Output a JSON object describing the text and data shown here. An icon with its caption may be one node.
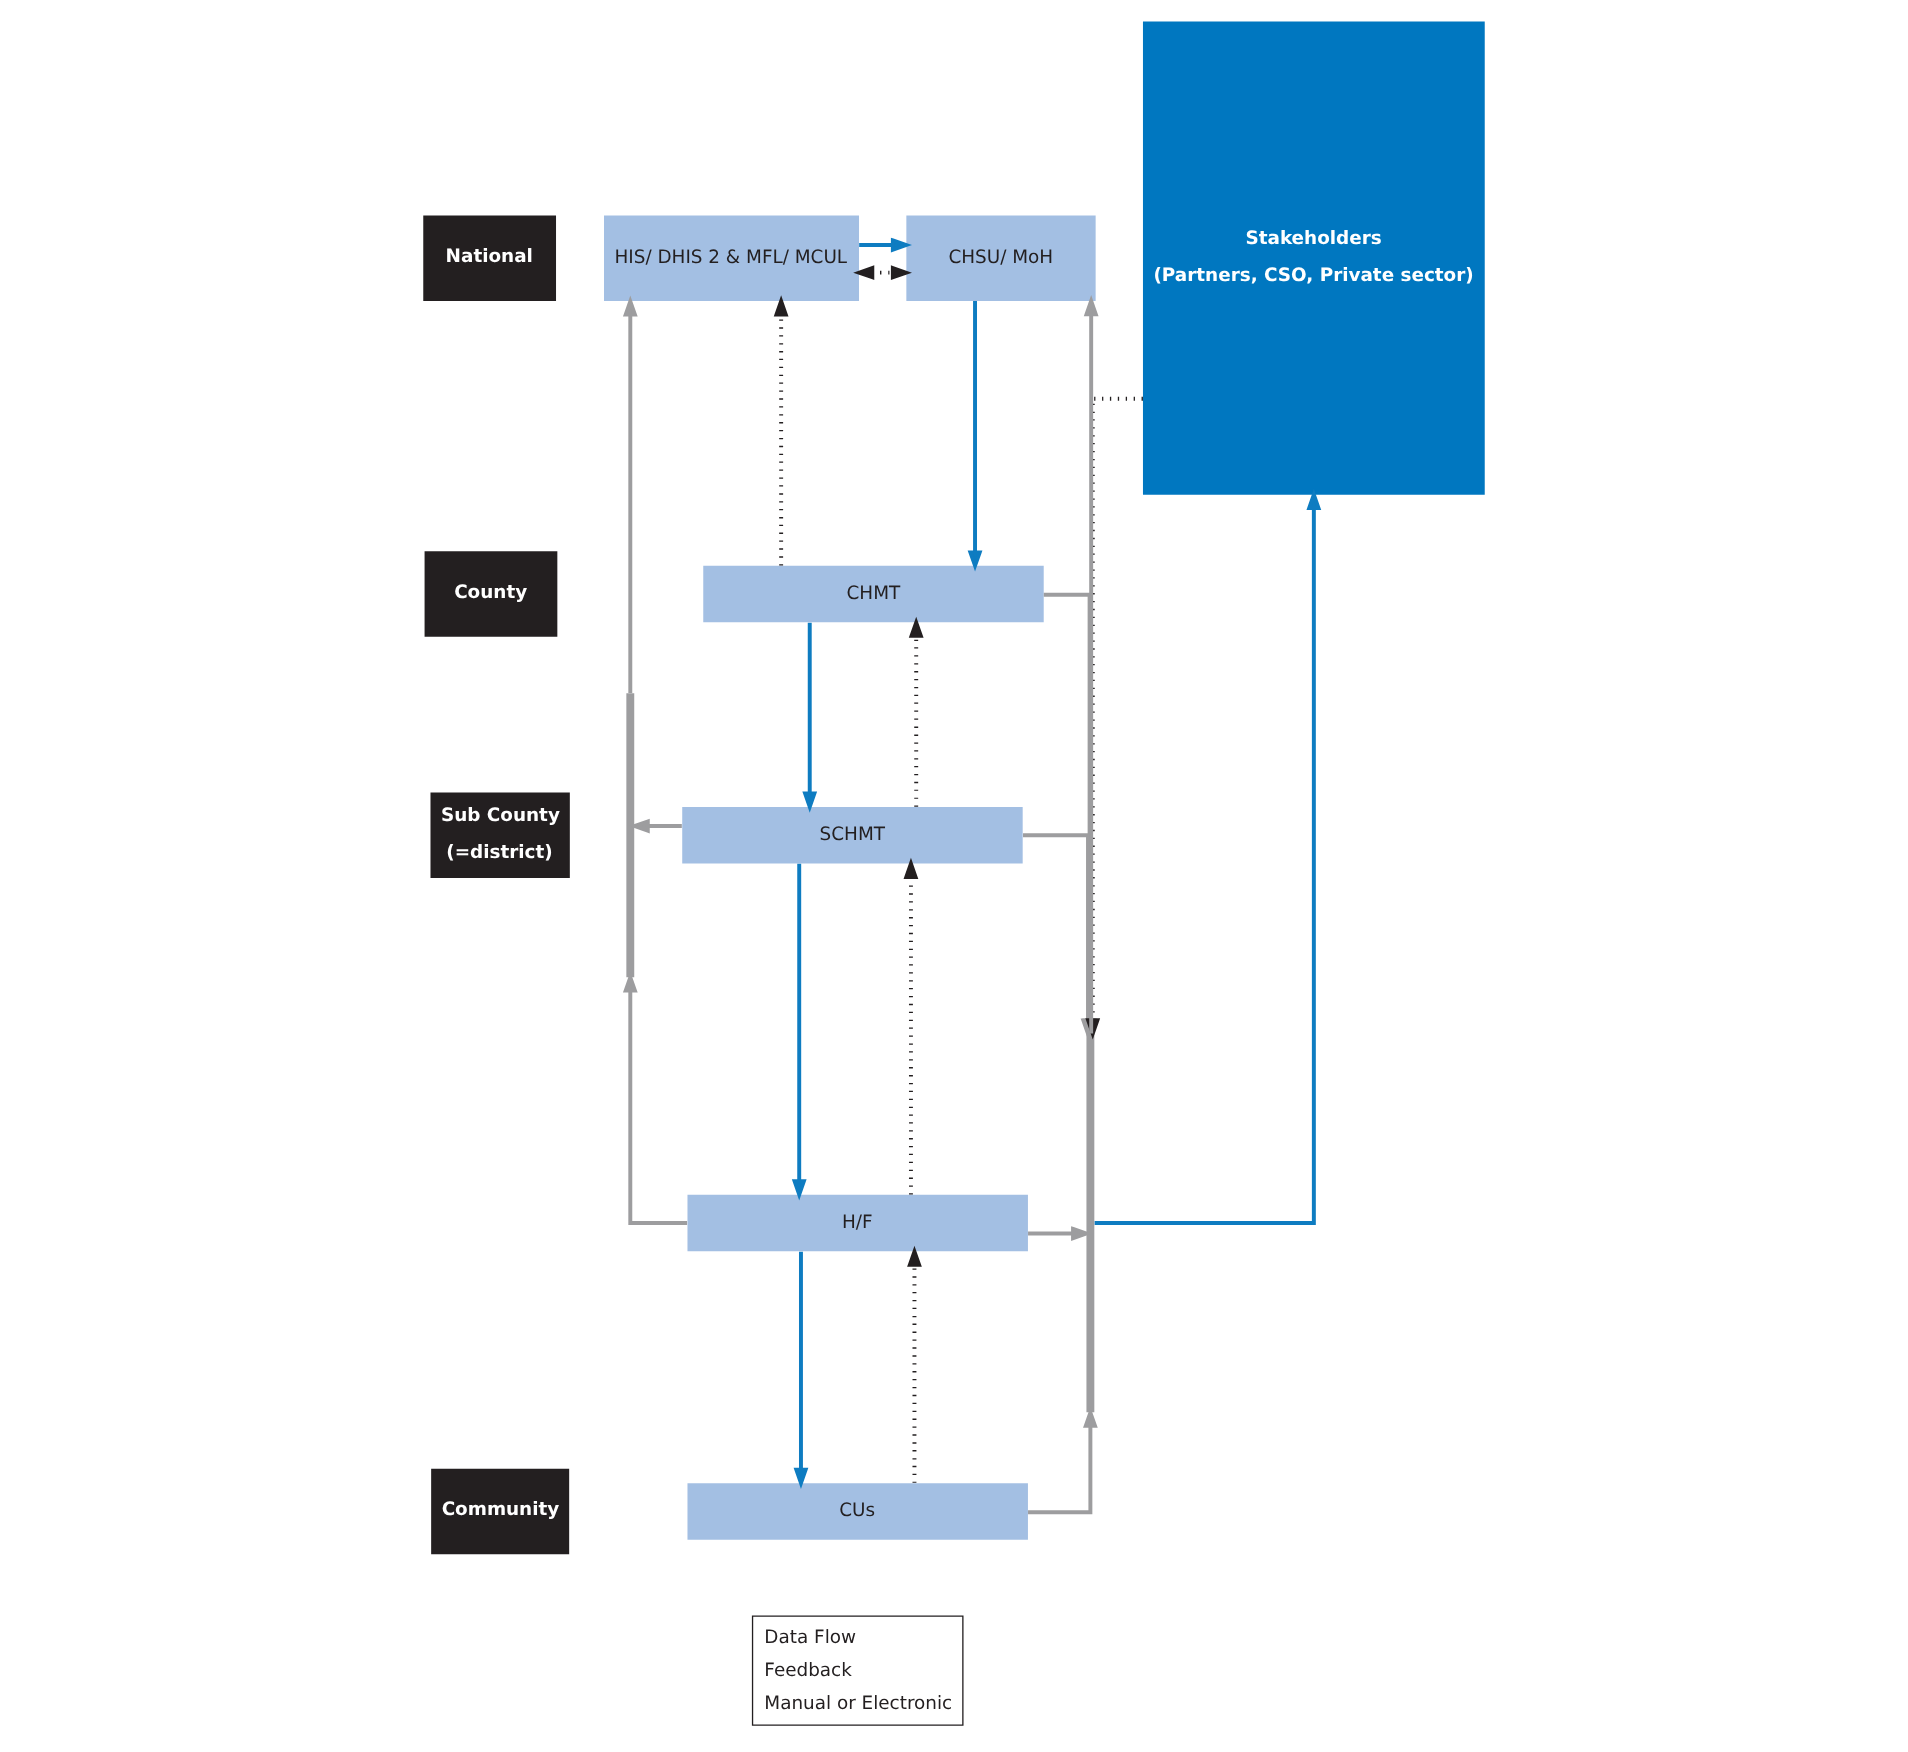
{
  "diagram": {
    "nodes": [
      {
        "text": [
          "National"
        ]
      },
      {
        "text": [
          "County"
        ]
      },
      {
        "text": [
          "Sub County",
          "(=district)"
        ]
      },
      {
        "text": [
          "Community"
        ]
      },
      {
        "text": [
          "HIS/ DHIS 2 & MFL/ MCUL"
        ]
      },
      {
        "text": [
          "CHSU/ MoH"
        ]
      },
      {
        "text": [
          "CHMT"
        ]
      },
      {
        "text": [
          "SCHMT"
        ]
      },
      {
        "text": [
          "H/F"
        ]
      },
      {
        "text": [
          "CUs"
        ]
      },
      {
        "text": [
          "Stakeholders",
          "(Partners, CSO, Private sector)"
        ]
      },
      {
        "text": [],
        "shape": "bar"
      },
      {
        "text": [],
        "shape": "bar"
      }
    ],
    "edges": [
      {
        "from": 4,
        "to": 5,
        "arrow": "to",
        "color": "#0e7cc1"
      },
      {
        "from": 4,
        "to": 5,
        "arrow": "both",
        "style": "dashed",
        "color": "#231f20"
      },
      {
        "from": 5,
        "to": 6,
        "arrow": "to",
        "color": "#0e7cc1"
      },
      {
        "from": 6,
        "to": 7,
        "arrow": "to",
        "color": "#0e7cc1"
      },
      {
        "from": 7,
        "to": 8,
        "arrow": "to",
        "color": "#0e7cc1"
      },
      {
        "from": 8,
        "to": 9,
        "arrow": "to",
        "color": "#0e7cc1"
      },
      {
        "from": 6,
        "to": 4,
        "arrow": "to",
        "style": "dashed",
        "color": "#231f20"
      },
      {
        "from": 7,
        "to": 6,
        "arrow": "to",
        "style": "dashed",
        "color": "#231f20"
      },
      {
        "from": 8,
        "to": 7,
        "arrow": "to",
        "style": "dashed",
        "color": "#231f20"
      },
      {
        "from": 9,
        "to": 8,
        "arrow": "to",
        "style": "dashed",
        "color": "#231f20"
      },
      {
        "from": 7,
        "to": 11,
        "arrow": "to"
      },
      {
        "from": 8,
        "to": 11,
        "arrow": "to"
      },
      {
        "from": 11,
        "to": 4,
        "arrow": "to"
      },
      {
        "from": 6,
        "to": 12,
        "arrow": "to"
      },
      {
        "from": 7,
        "to": 12,
        "arrow": "to"
      },
      {
        "from": 8,
        "to": 12,
        "arrow": "to"
      },
      {
        "from": 9,
        "to": 12,
        "arrow": "to"
      },
      {
        "from": 12,
        "to": 5,
        "arrow": "to"
      },
      {
        "from": 10,
        "to": 12,
        "arrow": "to",
        "style": "dashed",
        "color": "#231f20"
      },
      {
        "from": 12,
        "to": 10,
        "arrow": "to",
        "color": "#0e7cc1"
      }
    ],
    "legend": [
      {
        "text": "Data Flow"
      },
      {
        "text": "Feedback"
      },
      {
        "text": "Manual or Electronic"
      }
    ]
  }
}
